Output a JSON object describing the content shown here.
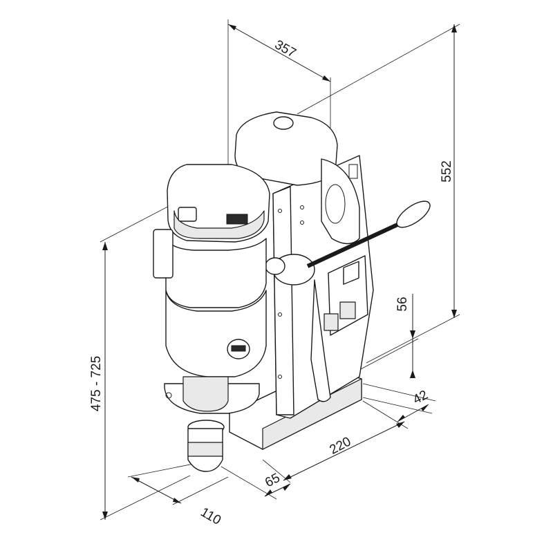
{
  "dimensions": {
    "top_depth": "357",
    "height": "552",
    "height_range": "475 - 725",
    "center_height": "56",
    "base_width": "42",
    "base_length": "220",
    "offset": "65",
    "reach": "110"
  },
  "colors": {
    "line": "#1a1a1a",
    "fill": "#ffffff",
    "shade": "#e9e9e9"
  }
}
